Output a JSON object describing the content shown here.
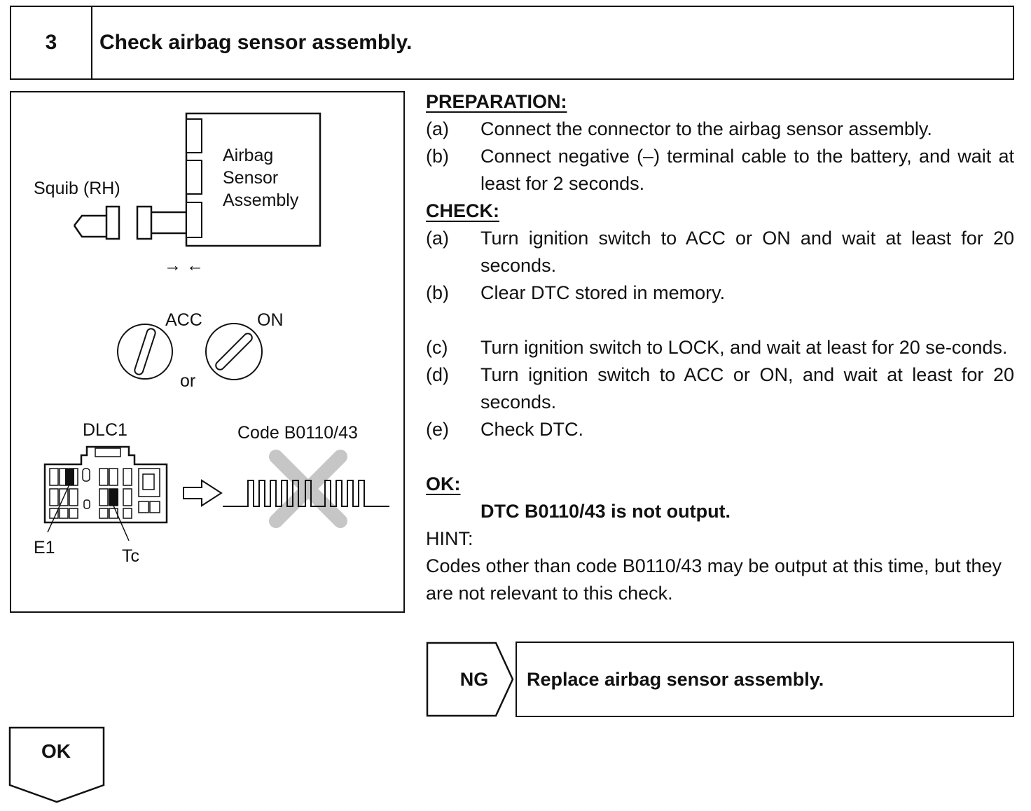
{
  "header": {
    "step_number": "3",
    "title": "Check airbag sensor assembly."
  },
  "figure": {
    "squib_label": "Squib (RH)",
    "sensor_label_lines": [
      "Airbag",
      "Sensor",
      "Assembly"
    ],
    "connect_arrows": "→ ←",
    "acc_label": "ACC",
    "on_label": "ON",
    "or_label": "or",
    "dlc_label": "DLC1",
    "code_label": "Code B0110/43",
    "e1_label": "E1",
    "tc_label": "Tc"
  },
  "preparation": {
    "heading": "PREPARATION:",
    "steps": [
      {
        "label": "(a)",
        "text": "Connect the connector to the airbag sensor assembly."
      },
      {
        "label": "(b)",
        "text": "Connect negative (–) terminal cable to the battery, and wait at least for 2 seconds."
      }
    ]
  },
  "check": {
    "heading": "CHECK:",
    "steps": [
      {
        "label": "(a)",
        "text": "Turn ignition switch to ACC or ON and wait at least for 20 seconds."
      },
      {
        "label": "(b)",
        "text": "Clear DTC stored in memory."
      },
      {
        "label": "(c)",
        "text": "Turn ignition switch to LOCK, and wait at least for 20 se-conds."
      },
      {
        "label": "(d)",
        "text": "Turn ignition switch to ACC or ON, and wait at least for 20 seconds."
      },
      {
        "label": "(e)",
        "text": "Check DTC."
      }
    ]
  },
  "ok": {
    "heading": "OK:",
    "result": "DTC B0110/43 is not output.",
    "hint_label": "HINT:",
    "hint_text": "Codes other than code B0110/43 may be output at this time, but they are not relevant to this check."
  },
  "ng": {
    "label": "NG",
    "action": "Replace airbag sensor assembly."
  },
  "ok_branch": {
    "label": "OK"
  }
}
